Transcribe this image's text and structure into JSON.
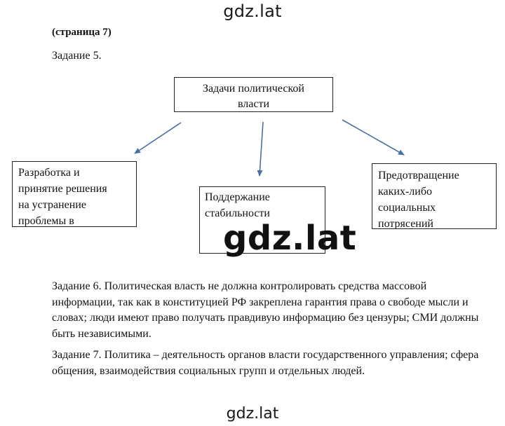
{
  "watermarks": {
    "top": "gdz.lat",
    "center": "gdz.lat",
    "bottom": "gdz.lat"
  },
  "page_label": "(страница 7)",
  "task5": {
    "heading": "Задание 5.",
    "diagram": {
      "root": {
        "line1": "Задачи политической",
        "line2": "власти"
      },
      "left": {
        "lines": [
          "Разработка и",
          "принятие решения",
          "на устранение",
          "проблемы в"
        ]
      },
      "middle": {
        "lines": [
          "Поддержание",
          "стабильности"
        ]
      },
      "right": {
        "lines": [
          "Предотвращение",
          "каких-либо",
          "социальных",
          "потрясений"
        ]
      },
      "arrow_color": "#4a6fa5"
    }
  },
  "task6": {
    "text": "Задание 6. Политическая власть не должна контролировать средства массовой информации, так как в конституцией РФ закреплена гарантия права о свободе мысли и словах; люди имеют право получать правдивую информацию без цензуры; СМИ должны быть независимыми."
  },
  "task7": {
    "text": "Задание 7. Политика – деятельность органов власти государственного управления; сфера общения, взаимодействия социальных групп и отдельных людей."
  }
}
